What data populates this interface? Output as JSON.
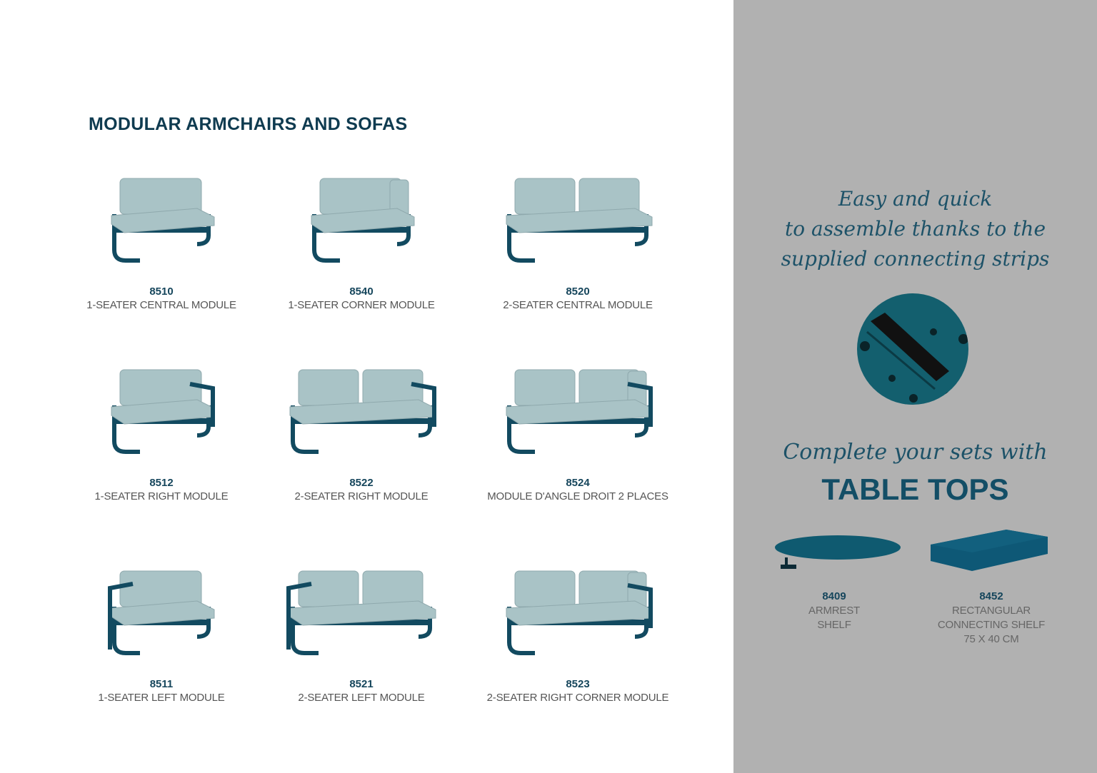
{
  "title": "MODULAR ARMCHAIRS AND SOFAS",
  "products": [
    {
      "code": "8510",
      "name": "1-SEATER CENTRAL MODULE"
    },
    {
      "code": "8540",
      "name": "1-SEATER CORNER MODULE"
    },
    {
      "code": "8520",
      "name": "2-SEATER CENTRAL MODULE"
    },
    {
      "code": "8512",
      "name": "1-SEATER RIGHT MODULE"
    },
    {
      "code": "8522",
      "name": "2-SEATER RIGHT MODULE"
    },
    {
      "code": "8524",
      "name": "MODULE D'ANGLE DROIT 2 PLACES"
    },
    {
      "code": "8511",
      "name": "1-SEATER LEFT MODULE"
    },
    {
      "code": "8521",
      "name": "2-SEATER LEFT MODULE"
    },
    {
      "code": "8523",
      "name": "2-SEATER RIGHT CORNER MODULE"
    }
  ],
  "panel": {
    "tagline_lines": [
      "Easy and quick",
      "to assemble thanks to the",
      "supplied connecting strips"
    ],
    "complete_text": "Complete your sets with",
    "heading": "TABLE TOPS",
    "accessories": [
      {
        "code": "8409",
        "name_lines": [
          "ARMREST",
          "SHELF"
        ]
      },
      {
        "code": "8452",
        "name_lines": [
          "RECTANGULAR",
          "CONNECTING SHELF",
          "75 X 40 CM"
        ]
      }
    ]
  },
  "colors": {
    "frame": "#124a60",
    "cushion": "#a9c3c6",
    "panel": "#b1b1b1",
    "accent": "#0f5a70"
  }
}
